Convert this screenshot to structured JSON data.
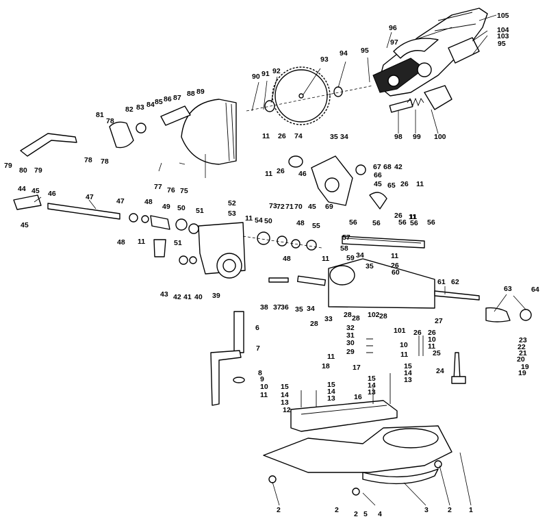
{
  "labels": [
    "1",
    "2",
    "3",
    "4",
    "5",
    "6",
    "7",
    "8",
    "9",
    "10",
    "11",
    "12",
    "13",
    "14",
    "15",
    "16",
    "17",
    "18",
    "19",
    "20",
    "21",
    "22",
    "23",
    "24",
    "25",
    "26",
    "27",
    "28",
    "29",
    "30",
    "31",
    "32",
    "33",
    "34",
    "35",
    "36",
    "37",
    "38",
    "39",
    "40",
    "41",
    "42",
    "43",
    "44",
    "45",
    "46",
    "47",
    "48",
    "49",
    "50",
    "51",
    "52",
    "53",
    "54",
    "55",
    "56",
    "57",
    "58",
    "59",
    "60",
    "61",
    "62",
    "63",
    "64",
    "65",
    "66",
    "67",
    "68",
    "69",
    "70",
    "71",
    "72",
    "73",
    "74",
    "75",
    "76",
    "77",
    "78",
    "79",
    "80",
    "81",
    "82",
    "83",
    "84",
    "85",
    "86",
    "87",
    "88",
    "89",
    "90",
    "91",
    "92",
    "93",
    "94",
    "95",
    "96",
    "97",
    "98",
    "99",
    "100",
    "101",
    "102",
    "103",
    "104",
    "105"
  ]
}
